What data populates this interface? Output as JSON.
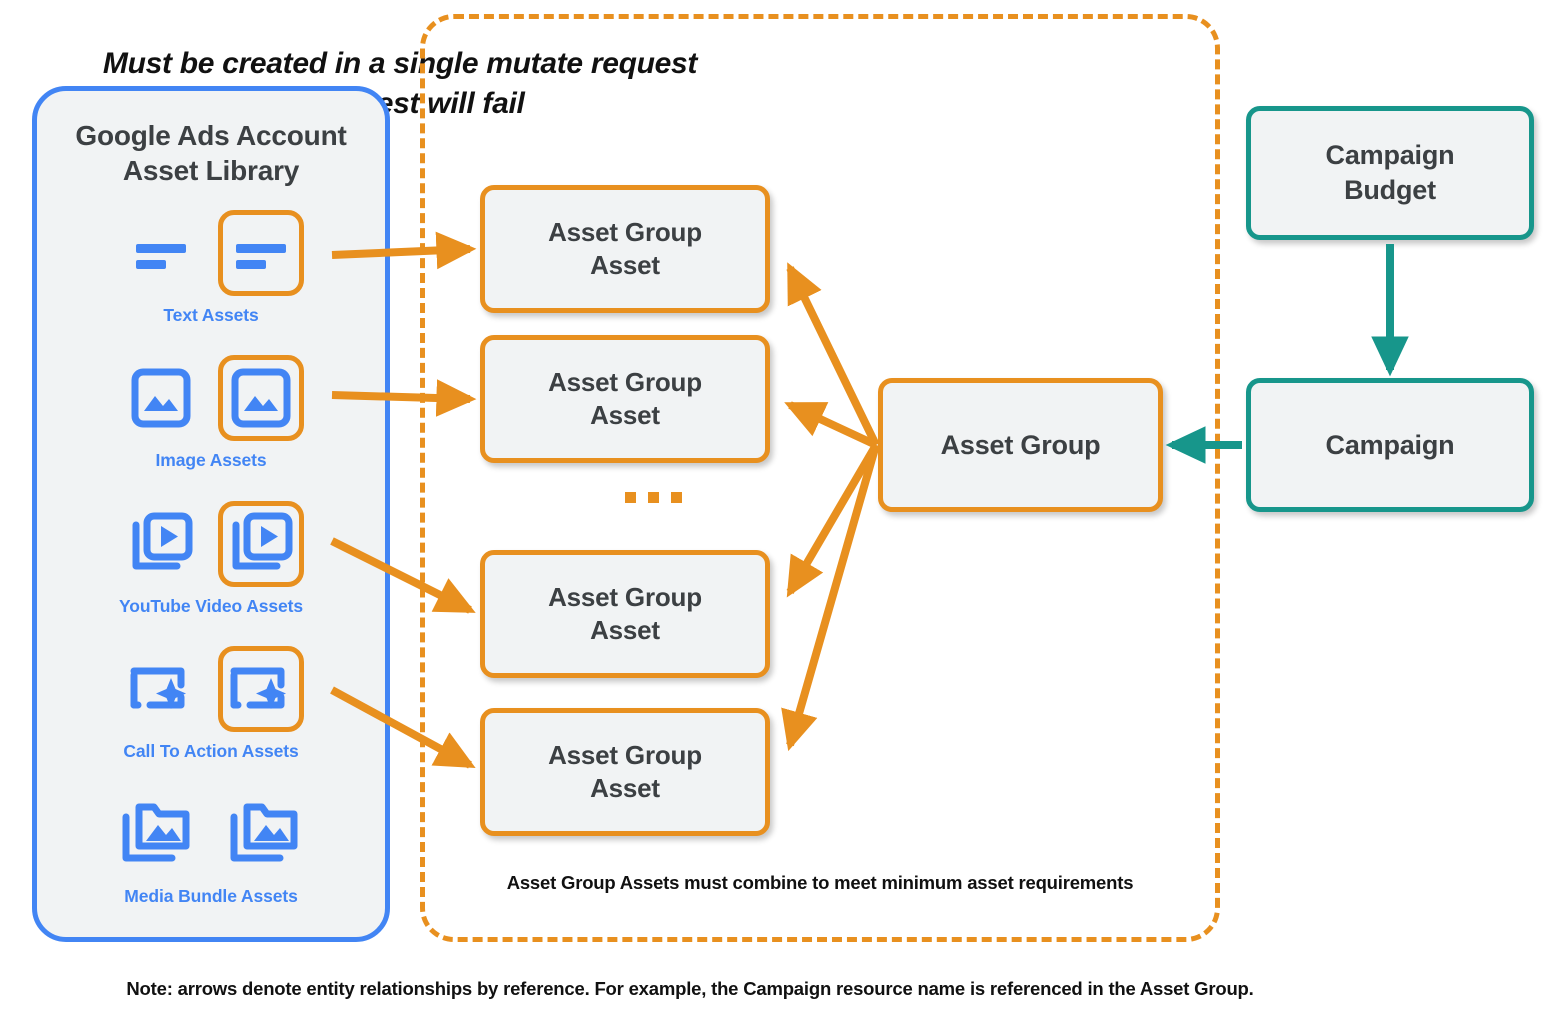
{
  "library": {
    "title": "Google Ads Account\nAsset Library",
    "title_line1": "Google Ads Account",
    "title_line2": "Asset Library",
    "rows": [
      {
        "label": "Text Assets",
        "icon": "text-lines-icon",
        "highlighted": true
      },
      {
        "label": "Image Assets",
        "icon": "image-icon",
        "highlighted": true
      },
      {
        "label": "YouTube Video  Assets",
        "icon": "video-stack-icon",
        "highlighted": true
      },
      {
        "label": "Call To Action Assets",
        "icon": "cta-sparkle-icon",
        "highlighted": true
      },
      {
        "label": "Media Bundle  Assets",
        "icon": "folder-image-icon",
        "highlighted": false
      }
    ]
  },
  "mutate_container": {
    "heading_line1": "Must be created in a single mutate request",
    "heading_line2": "or request will fail",
    "footnote": "Asset Group Assets must combine to meet minimum asset requirements"
  },
  "nodes": {
    "asset_group_assets": [
      {
        "label": "Asset Group\nAsset",
        "line1": "Asset Group",
        "line2": "Asset"
      },
      {
        "label": "Asset Group\nAsset",
        "line1": "Asset Group",
        "line2": "Asset"
      },
      {
        "label": "Asset Group\nAsset",
        "line1": "Asset Group",
        "line2": "Asset"
      },
      {
        "label": "Asset Group\nAsset",
        "line1": "Asset Group",
        "line2": "Asset"
      }
    ],
    "asset_group": {
      "label": "Asset Group"
    },
    "campaign_budget": {
      "line1": "Campaign",
      "line2": "Budget"
    },
    "campaign": {
      "label": "Campaign"
    }
  },
  "ellipsis": "...",
  "note": "Note: arrows denote entity relationships by reference. For example, the Campaign resource name is referenced in the Asset Group.",
  "colors": {
    "orange": "#e8901f",
    "blue": "#4285f4",
    "teal": "#17968b",
    "panel_fill": "#f1f3f4",
    "text_dark": "#3c4043",
    "text_black": "#111111"
  }
}
